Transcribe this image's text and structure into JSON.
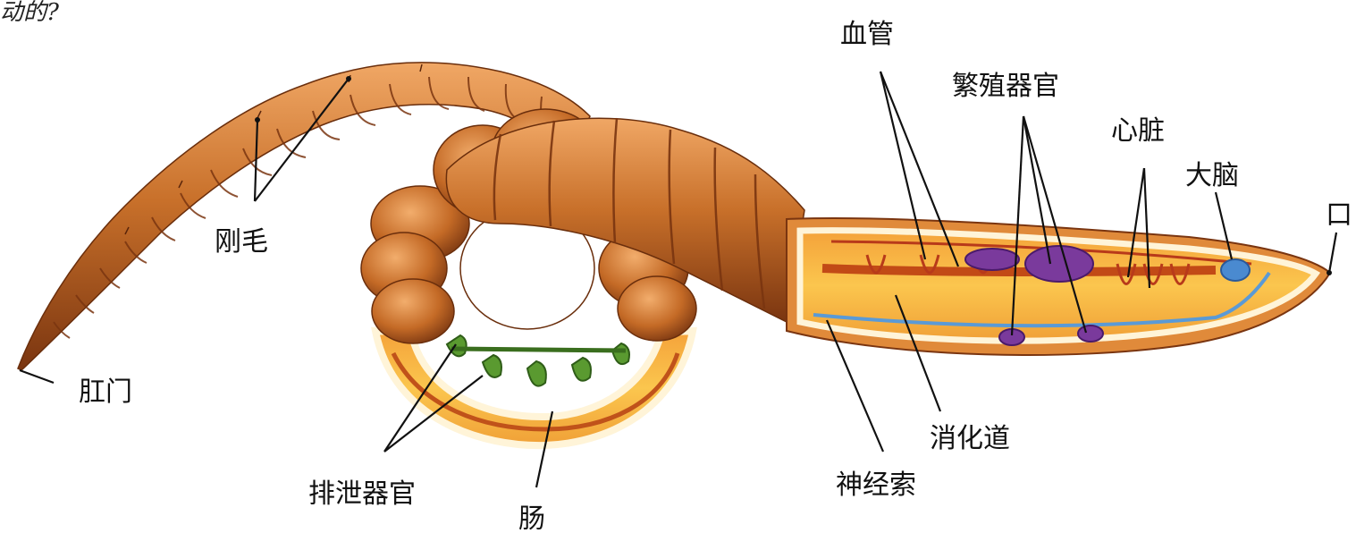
{
  "corner_text": "动的?",
  "labels": {
    "bristles": "刚毛",
    "anus": "肛门",
    "excretory_organ": "排泄器官",
    "intestine": "肠",
    "blood_vessel": "血管",
    "reproductive_organ": "繁殖器官",
    "heart": "心脏",
    "brain": "大脑",
    "mouth": "口",
    "digestive_tract": "消化道",
    "nerve_cord": "神经索"
  },
  "colors": {
    "body": "#c8702a",
    "body_dark": "#8a3f12",
    "body_light": "#e89a55",
    "cutaway_fill": "#f6b63a",
    "cutaway_outline": "#fff4d8",
    "excretory": "#4f8c2a",
    "reproductive": "#7a3a9c",
    "nerve": "#5a9ad6",
    "vessel": "#b83a1a"
  }
}
